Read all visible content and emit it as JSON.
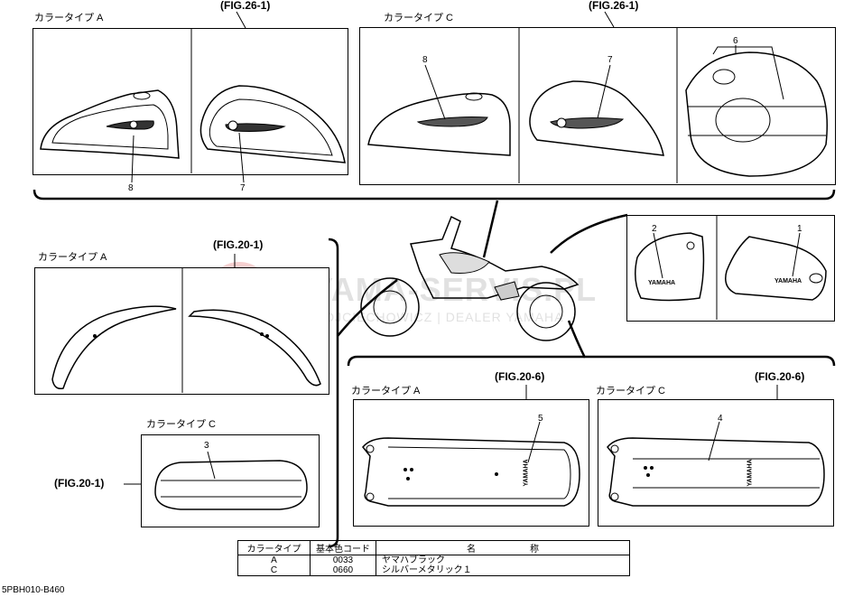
{
  "top_left": {
    "label": "カラータイプ A",
    "fig": "(FIG.26-1)",
    "part_a": "8",
    "part_b": "7"
  },
  "top_right": {
    "label": "カラータイプ C",
    "fig": "(FIG.26-1)",
    "part_a": "8",
    "part_b": "7",
    "part_c": "6"
  },
  "side_covers": {
    "part_left": "2",
    "part_right": "1",
    "brand_left": "YAMAHA",
    "brand_right": "YAMAHA"
  },
  "fender_a": {
    "label": "カラータイプ A",
    "fig": "(FIG.20-1)"
  },
  "fender_c": {
    "label": "カラータイプ C",
    "fig": "(FIG.20-1)",
    "part": "3"
  },
  "rear_a": {
    "label": "カラータイプ A",
    "fig": "(FIG.20-6)",
    "part": "5",
    "brand": "YAMAHA"
  },
  "rear_c": {
    "label": "カラータイプ C",
    "fig": "(FIG.20-6)",
    "part": "4",
    "brand": "YAMAHA"
  },
  "watermark": {
    "line1": "YAMA-SERVIS.PL",
    "line2": "WOJCIECHOWICZ | DEALER YAMAHA"
  },
  "legend": {
    "headers": [
      "カラータイプ",
      "基本色コード",
      "名　　　　　　称"
    ],
    "rows": [
      {
        "type": "A",
        "code": "0033",
        "name": "ヤマハブラック"
      },
      {
        "type": "C",
        "code": "0660",
        "name": "シルバーメタリック１"
      }
    ]
  },
  "drawing_code": "5PBH010-B460"
}
